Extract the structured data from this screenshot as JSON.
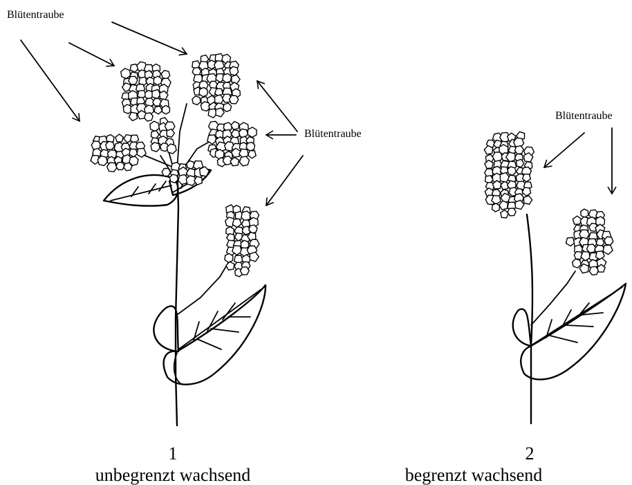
{
  "labels": {
    "top_left": "Blütentraube",
    "middle": "Blütentraube",
    "right": "Blütentraube"
  },
  "figures": [
    {
      "number": "1",
      "caption": "unbegrenzt wachsend"
    },
    {
      "number": "2",
      "caption": "begrenzt wachsend"
    }
  ]
}
